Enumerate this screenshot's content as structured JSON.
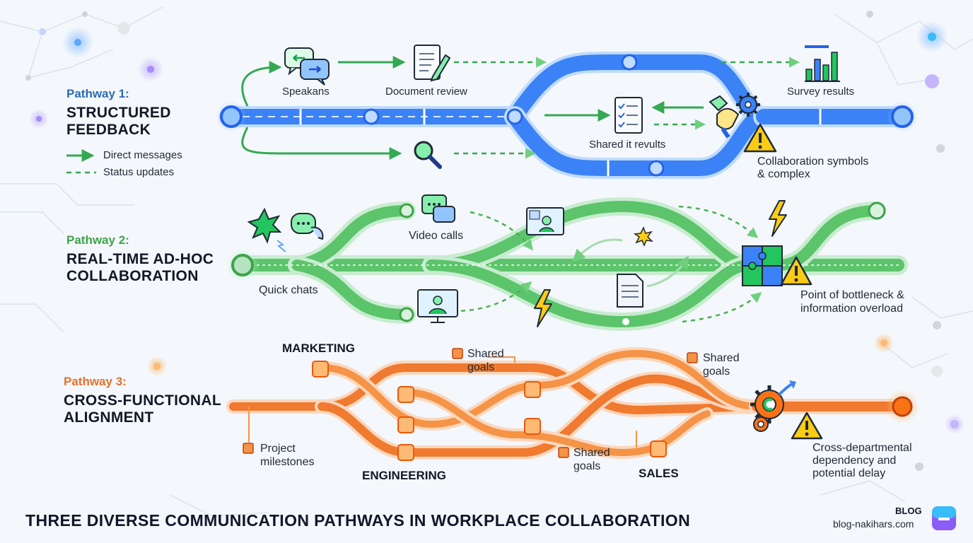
{
  "colors": {
    "blue": "#3b82f6",
    "green": "#4caf50",
    "orange": "#f07a2f",
    "warning": "#facc15",
    "background": "#f4f7fb"
  },
  "legend": {
    "direct_messages": "Direct messages",
    "status_updates": "Status updates"
  },
  "pathway1": {
    "label": "Pathway 1:",
    "title_line1": "STRUCTURED",
    "title_line2": "FEEDBACK",
    "speakers": "Speakans",
    "document_review": "Document review",
    "survey_results": "Survey results",
    "shared_results": "Shared it revults",
    "collab_line1": "Collaboration symbols",
    "collab_line2": "& complex"
  },
  "pathway2": {
    "label": "Pathway 2:",
    "title_line1": "REAL-TIME AD-HOC",
    "title_line2": "COLLABORATION",
    "quick_chats": "Quick chats",
    "video_calls": "Video calls",
    "bottleneck_line1": "Point of bottleneck &",
    "bottleneck_line2": "information overload"
  },
  "pathway3": {
    "label": "Pathway 3:",
    "title_line1": "CROSS-FUNCTIONAL",
    "title_line2": "ALIGNMENT",
    "marketing": "MARKETING",
    "engineering": "ENGINEERING",
    "sales": "SALES",
    "project_line1": "Project",
    "project_line2": "milestones",
    "shared_line1": "Shared",
    "shared_line2": "goals",
    "delay_line1": "Cross-departmental",
    "delay_line2": "dependency and",
    "delay_line3": "potential delay"
  },
  "footer": {
    "title": "THREE DIVERSE COMMUNICATION PATHWAYS IN WORKPLACE COLLABORATION",
    "brand": "BLOG",
    "site": "blog-nakihars.com"
  },
  "icons": [
    "chat-bubbles-icon",
    "document-edit-icon",
    "bar-chart-icon",
    "checklist-icon",
    "handshake-icon",
    "gear-icon",
    "warning-icon",
    "magnifier-icon",
    "starburst-icon",
    "video-call-icon",
    "lightning-icon",
    "puzzle-icon",
    "document-icon",
    "gears-cycle-icon"
  ]
}
